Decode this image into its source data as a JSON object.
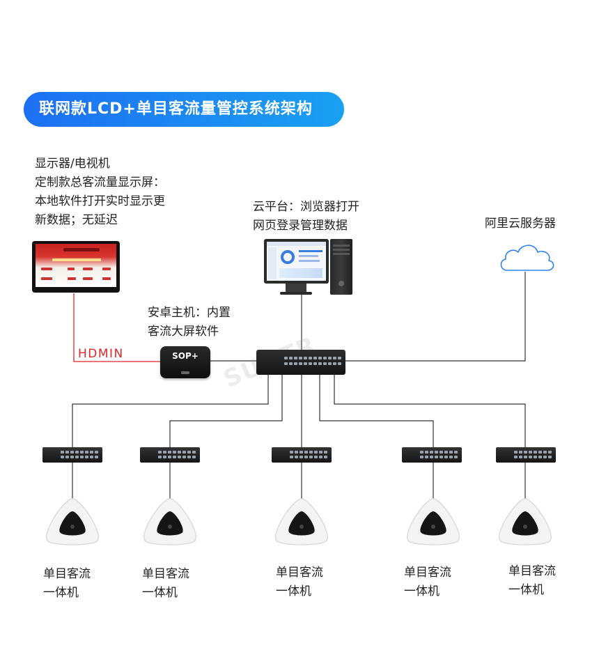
{
  "title": "联网款LCD+单目客流量管控系统架构",
  "display": {
    "lines": [
      "显示器/电视机",
      "定制款总客流量显示屏：",
      "本地软件打开实时显示更",
      "新数据；无延迟"
    ]
  },
  "cloud_platform": {
    "lines": [
      "云平台：浏览器打开",
      "网页登录管理数据"
    ]
  },
  "aliyun": {
    "label": "阿里云服务器"
  },
  "android_host": {
    "lines": [
      "安卓主机：内置",
      "客流大屏软件"
    ],
    "device_label": "SOP+"
  },
  "hdmi_label": "HDMIN",
  "watermark": "SUNTR",
  "sensors": [
    {
      "line1": "单目客流",
      "line2": "一体机"
    },
    {
      "line1": "单目客流",
      "line2": "一体机"
    },
    {
      "line1": "单目客流",
      "line2": "一体机"
    },
    {
      "line1": "单目客流",
      "line2": "一体机"
    },
    {
      "line1": "单目客流",
      "line2": "一体机"
    }
  ],
  "colors": {
    "banner_start": "#1d6ff2",
    "banner_end": "#1aa0f2",
    "hdmi_wire": "#e0262a",
    "wire": "#333333",
    "cloud": "#2e84e8"
  },
  "icons": [
    "tv-icon",
    "pc-icon",
    "cloud-icon",
    "android-box-icon",
    "network-switch-icon",
    "sensor-icon"
  ]
}
